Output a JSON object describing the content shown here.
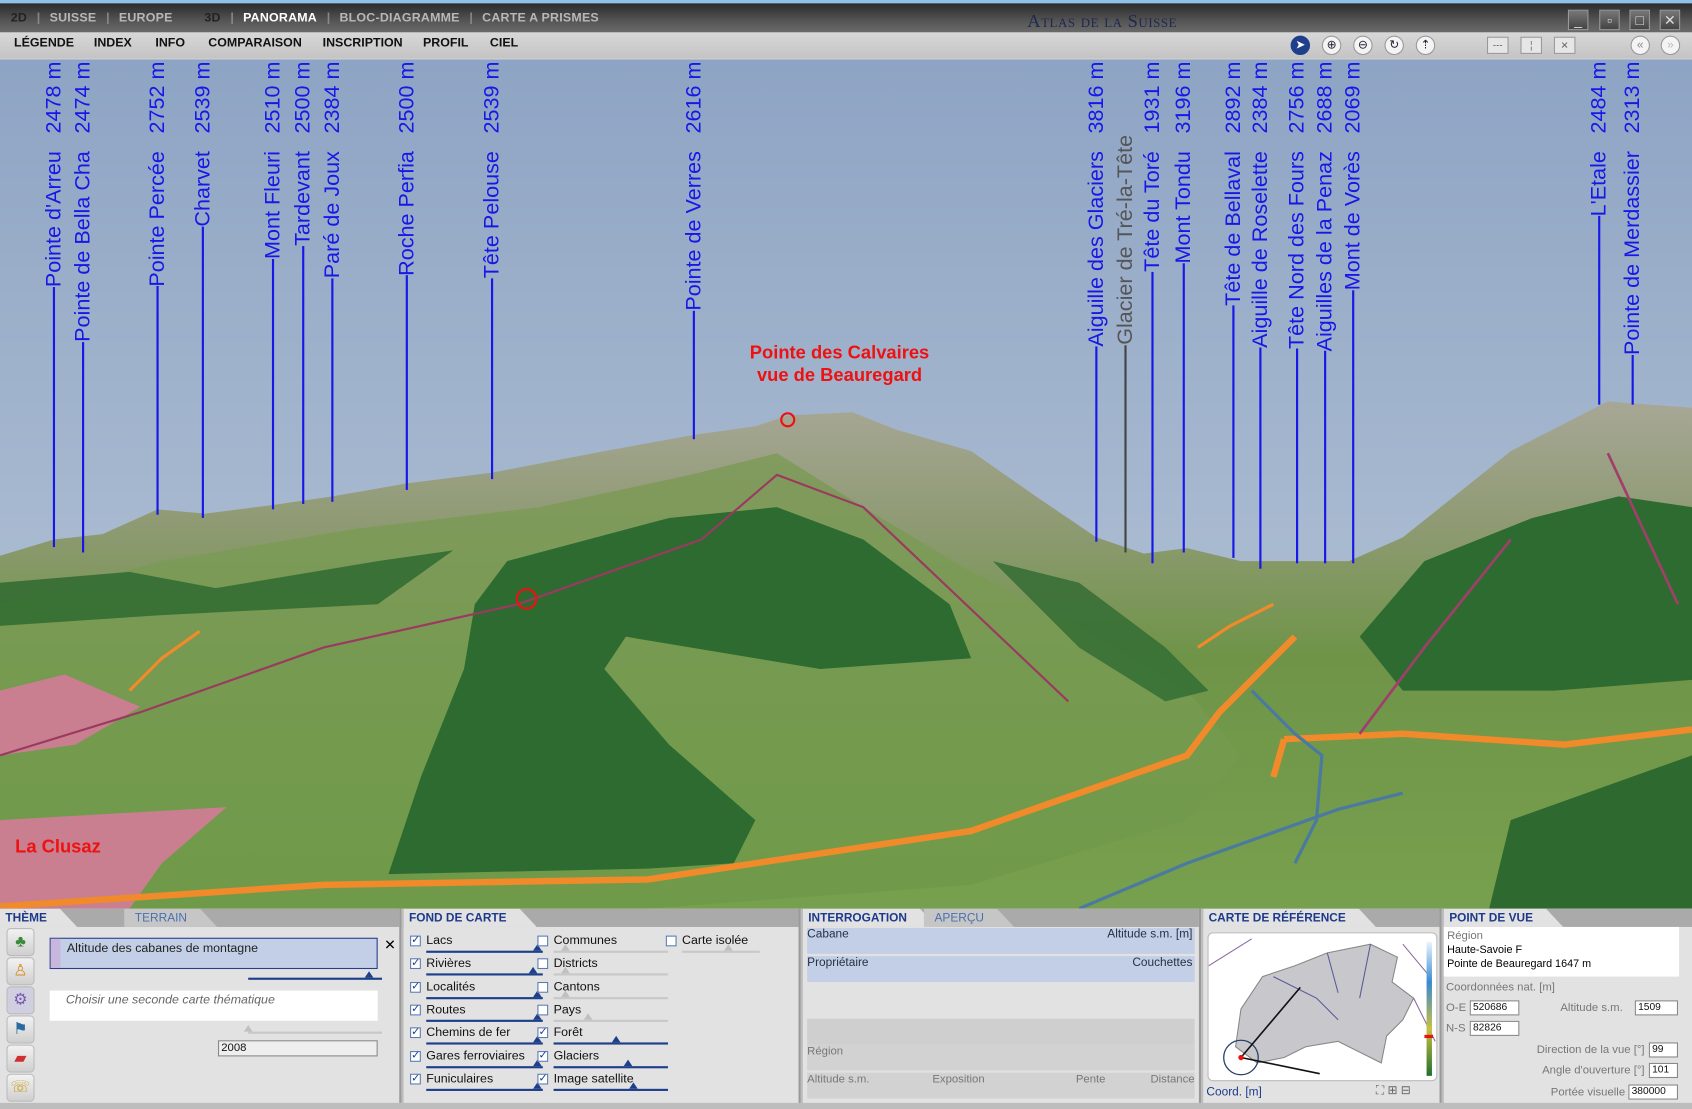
{
  "nav": {
    "mode2d": "2D",
    "suisse": "SUISSE",
    "europe": "EUROPE",
    "mode3d": "3D",
    "panorama": "PANORAMA",
    "bloc": "BLOC-DIAGRAMME",
    "prismes": "CARTE A PRISMES"
  },
  "app_title": "Atlas de la Suisse",
  "menu": [
    "LÉGENDE",
    "INDEX",
    "INFO",
    "COMPARAISON",
    "INSCRIPTION",
    "PROFIL",
    "CIEL"
  ],
  "toolbar_icons": [
    "pointer-icon",
    "zoom-in-icon",
    "zoom-out-icon",
    "rotate-icon",
    "viewpoint-icon"
  ],
  "peaks": [
    {
      "name": "Pointe d'Arreu",
      "alt": "2478 m"
    },
    {
      "name": "Pointe de Bella Cha",
      "alt": "2474 m"
    },
    {
      "name": "Pointe Percée",
      "alt": "2752 m"
    },
    {
      "name": "Charvet",
      "alt": "2539 m"
    },
    {
      "name": "Mont Fleuri",
      "alt": "2510 m"
    },
    {
      "name": "Tardevant",
      "alt": "2500 m"
    },
    {
      "name": "Paré de Joux",
      "alt": "2384 m"
    },
    {
      "name": "Roche Perfia",
      "alt": "2500 m"
    },
    {
      "name": "Tête Pelouse",
      "alt": "2539 m"
    },
    {
      "name": "Pointe de Verres",
      "alt": "2616 m"
    },
    {
      "name": "Aiguille des Glaciers",
      "alt": "3816 m"
    },
    {
      "name": "Glacier de Tré-la-Tête",
      "alt": ""
    },
    {
      "name": "Tête du Toré",
      "alt": "1931 m"
    },
    {
      "name": "Mont Tondu",
      "alt": "3196 m"
    },
    {
      "name": "Tête de Bellaval",
      "alt": "2892 m"
    },
    {
      "name": "Aiguille de Roselette",
      "alt": "2384 m"
    },
    {
      "name": "Tête Nord des Fours",
      "alt": "2756 m"
    },
    {
      "name": "Aiguilles de la Penaz",
      "alt": "2688 m"
    },
    {
      "name": "Mont de Vorès",
      "alt": "2069 m"
    },
    {
      "name": "L'Etale",
      "alt": "2484 m"
    },
    {
      "name": "Pointe de Merdassier",
      "alt": "2313 m"
    }
  ],
  "scene": {
    "viewpoint_line1": "Pointe des Calvaires",
    "viewpoint_line2": "vue de Beauregard",
    "town": "La Clusaz"
  },
  "theme": {
    "tab_theme": "THÈME",
    "tab_terrain": "TERRAIN",
    "map1": "Altitude des cabanes de montagne",
    "map1_slider": 0.9,
    "map2_placeholder": "Choisir une seconde carte thématique",
    "map2_slider": 0.0,
    "year": "2008"
  },
  "fond": {
    "tab": "FOND DE CARTE",
    "layers": [
      {
        "label": "Lacs",
        "checked": true,
        "value": 0.95
      },
      {
        "label": "Rivières",
        "checked": true,
        "value": 0.92
      },
      {
        "label": "Localités",
        "checked": true,
        "value": 0.95
      },
      {
        "label": "Routes",
        "checked": true,
        "value": 0.95
      },
      {
        "label": "Chemins de fer",
        "checked": true,
        "value": 0.95
      },
      {
        "label": "Gares ferroviaires",
        "checked": true,
        "value": 0.95
      },
      {
        "label": "Funiculaires",
        "checked": true,
        "value": 0.95
      },
      {
        "label": "Communes",
        "checked": false,
        "value": 0.1
      },
      {
        "label": "Districts",
        "checked": false,
        "value": 0.1
      },
      {
        "label": "Cantons",
        "checked": false,
        "value": 0.1
      },
      {
        "label": "Pays",
        "checked": false,
        "value": 0.3
      },
      {
        "label": "Forêt",
        "checked": true,
        "value": 0.55
      },
      {
        "label": "Glaciers",
        "checked": true,
        "value": 0.65
      },
      {
        "label": "Image satellite",
        "checked": true,
        "value": 0.7
      },
      {
        "label": "Carte isolée",
        "checked": false,
        "value": 0.6
      }
    ]
  },
  "interrogation": {
    "tab": "INTERROGATION",
    "tab2": "APERÇU",
    "cabane": "Cabane",
    "altitude": "Altitude s.m. [m]",
    "proprietaire": "Propriétaire",
    "couchettes": "Couchettes",
    "region": "Région",
    "alt_sm": "Altitude s.m.",
    "exposition": "Exposition",
    "pente": "Pente",
    "distance": "Distance"
  },
  "reference": {
    "tab": "CARTE DE RÉFÉRENCE",
    "coord": "Coord. [m]"
  },
  "pointdevue": {
    "tab": "POINT DE VUE",
    "region_label": "Région",
    "region": "Haute-Savoie  F",
    "place": "Pointe de Beauregard   1647 m",
    "coords_label": "Coordonnées nat. [m]",
    "oe_label": "O-E",
    "oe": "520686",
    "ns_label": "N-S",
    "ns": "82826",
    "alt_label": "Altitude s.m.",
    "alt": "1509",
    "dir_label": "Direction de la vue [°]",
    "dir": "99",
    "angle_label": "Angle d'ouverture [°]",
    "angle": "101",
    "portee_label": "Portée visuelle",
    "portee": "380000"
  }
}
